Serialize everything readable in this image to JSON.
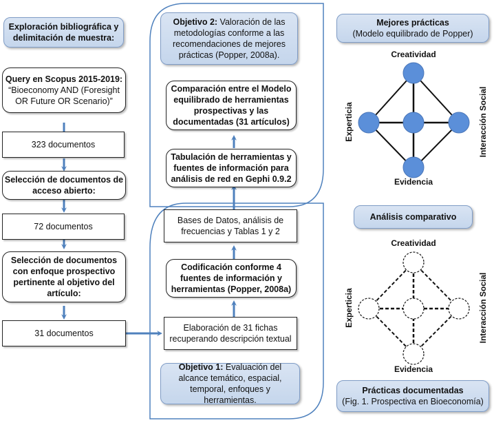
{
  "left_column": {
    "header": "Exploración bibliográfica y delimitación de muestra:",
    "query_title": "Query en Scopus 2015-2019:",
    "query_text": "“Bioeconomy AND (Foresight OR Future OR Scenario)”",
    "count_1": "323 documentos",
    "selection_1": "Selección de documentos de acceso abierto:",
    "count_2": "72 documentos",
    "selection_2": "Selección de documentos con enfoque prospectivo pertinente al objetivo del artículo:",
    "count_3": "31 documentos"
  },
  "middle_column": {
    "objective_2_label": "Objetivo 2:",
    "objective_2_text": "Valoración de las metodologías conforme a las recomendaciones de mejores prácticas (Popper, 2008a).",
    "comparison": "Comparación entre el Modelo equilibrado de herramientas prospectivas y las documentadas (31 artículos)",
    "tabulation": "Tabulación de herramientas y fuentes de información para análisis de red en Gephi 0.9.2",
    "databases": "Bases de Datos, análisis de frecuencias y Tablas 1 y 2",
    "coding": "Codificación conforme 4 fuentes de información y herramientas (Popper, 2008a)",
    "elaboration": "Elaboración de 31 fichas recuperando descripción textual",
    "objective_1_label": "Objetivo 1:",
    "objective_1_text": "Evaluación del alcance temático, espacial, temporal, enfoques y herramientas."
  },
  "right_column": {
    "best_practices_title": "Mejores prácticas",
    "best_practices_subtitle": "(Modelo equilibrado de Popper)",
    "comparative_title": "Análisis comparativo",
    "documented_title": "Prácticas documentadas",
    "documented_subtitle": "(Fig. 1. Prospectiva en Bioeconomía)",
    "node_labels": {
      "top": "Creatividad",
      "left": "Experticia",
      "right": "Interacción Social",
      "bottom": "Evidencia"
    }
  },
  "colors": {
    "accent_blue": "#4f81bd",
    "node_fill": "#5b8fd9",
    "label_box_fill": "#d3e0f1"
  }
}
